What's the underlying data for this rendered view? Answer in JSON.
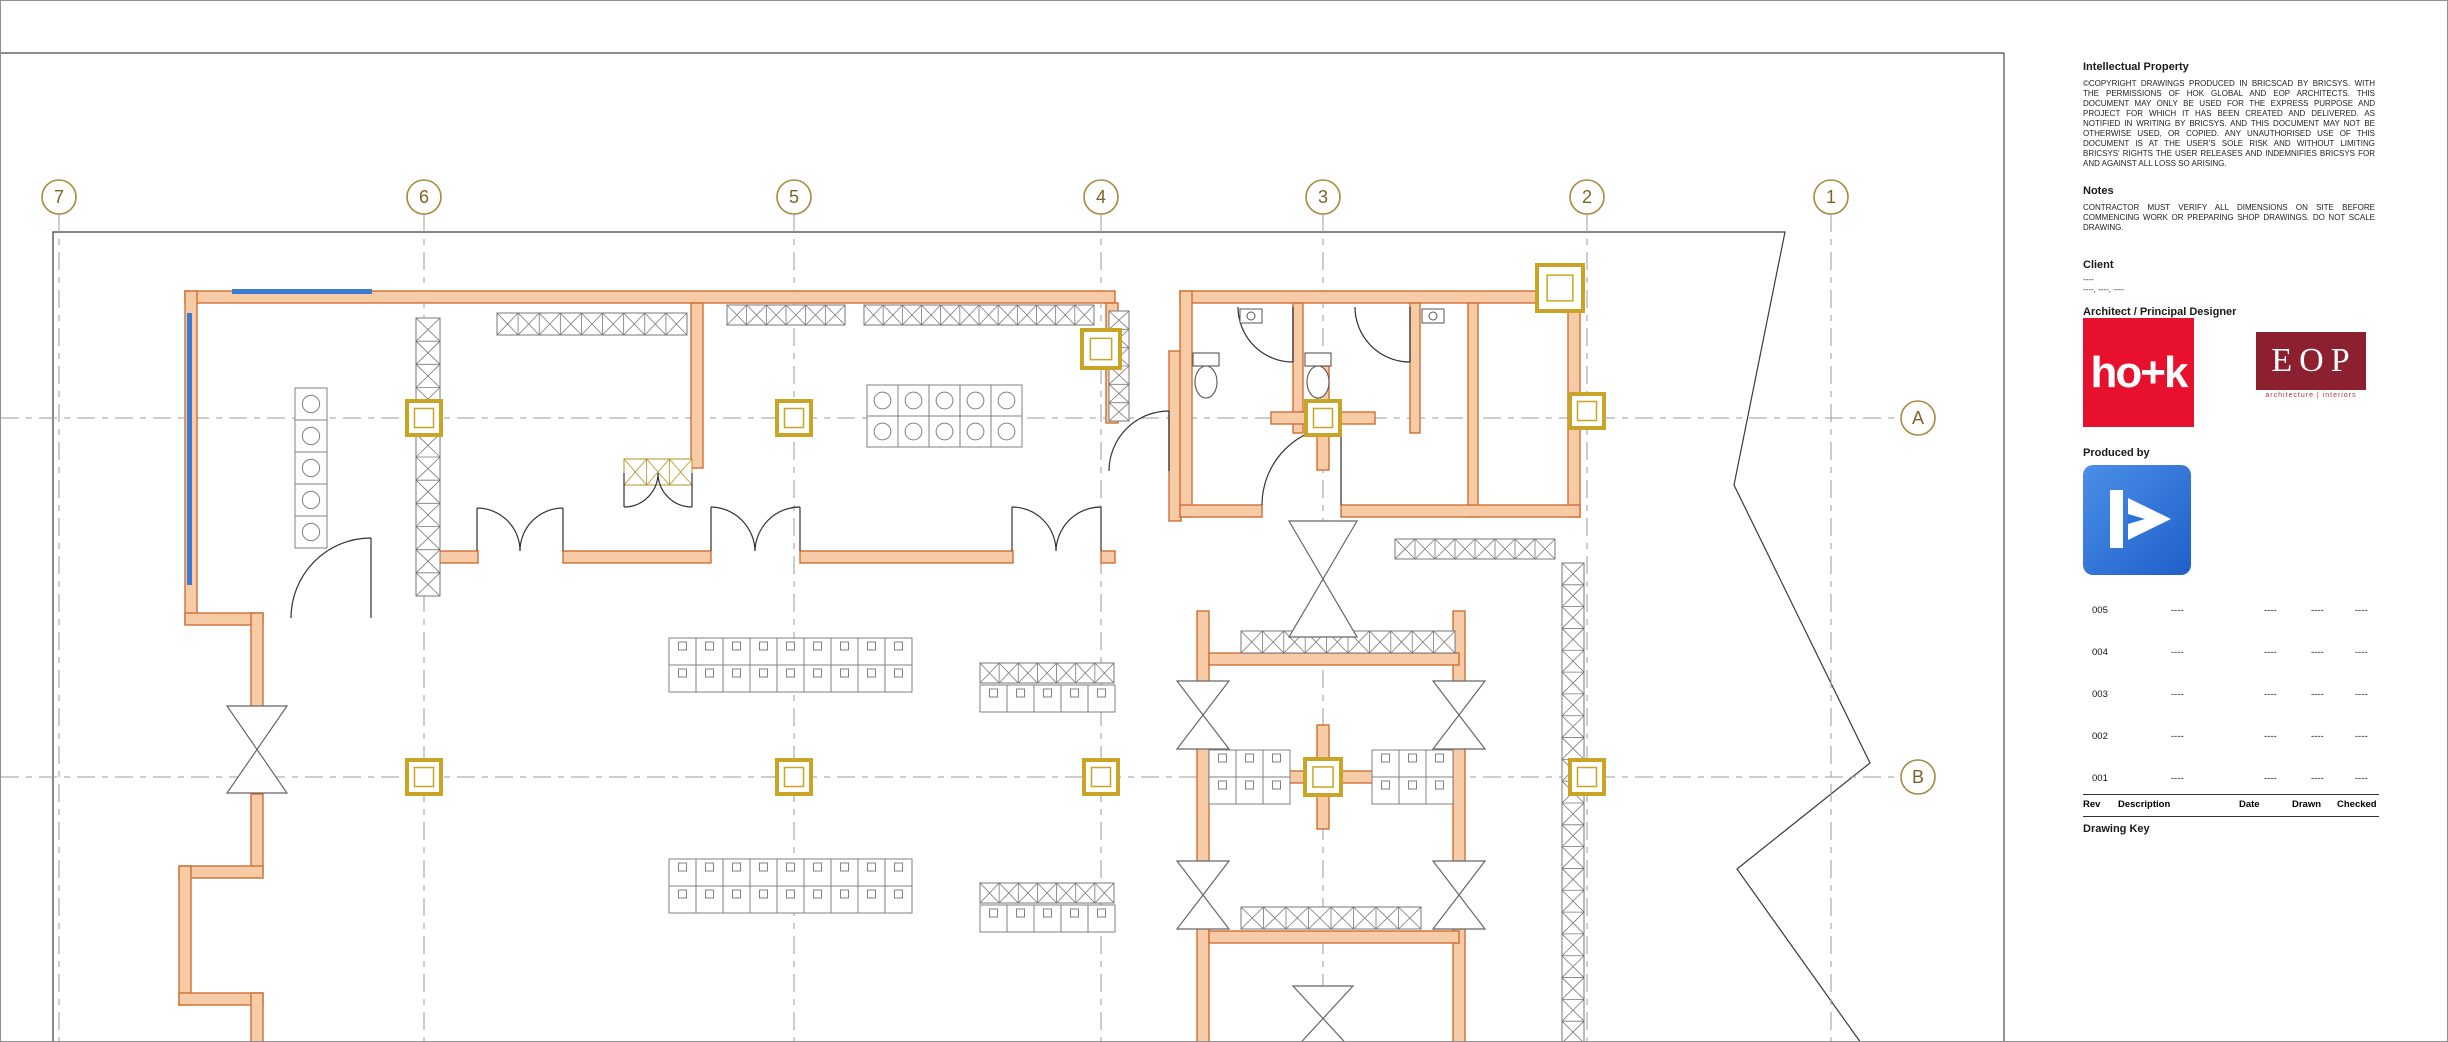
{
  "sheet": {
    "grid_columns": [
      "7",
      "6",
      "5",
      "4",
      "3",
      "2",
      "1"
    ],
    "grid_rows": [
      "A",
      "B"
    ]
  },
  "titleblock": {
    "ip_heading": "Intellectual Property",
    "ip_body": "©COPYRIGHT DRAWINGS PRODUCED IN BRICSCAD BY BRICSYS. WITH THE PERMISSIONS OF HOK GLOBAL AND EOP ARCHITECTS. THIS DOCUMENT MAY ONLY BE USED FOR THE EXPRESS PURPOSE AND PROJECT FOR WHICH IT HAS BEEN CREATED AND DELIVERED. AS NOTIFIED IN WRITING BY BRICSYS. AND THIS DOCUMENT MAY NOT BE OTHERWISE USED, OR COPIED. ANY UNAUTHORISED USE OF THIS DOCUMENT IS AT THE USER'S SOLE RISK AND WITHOUT LIMITING BRICSYS' RIGHTS THE USER RELEASES AND INDEMNIFIES BRICSYS FOR AND AGAINST ALL LOSS SO ARISING.",
    "notes_heading": "Notes",
    "notes_body": "CONTRACTOR MUST VERIFY ALL DIMENSIONS ON SITE BEFORE COMMENCING WORK OR PREPARING SHOP DRAWINGS. DO NOT SCALE DRAWING.",
    "client_heading": "Client",
    "client_line1": "----",
    "client_line2": "----, ----, ----",
    "architect_heading": "Architect / Principal Designer",
    "hok_logo_text": "ho+k",
    "eop_logo_text": "EOP",
    "eop_logo_sub": "architecture  |  interiors",
    "produced_by_heading": "Produced by",
    "rev_header": {
      "rev": "Rev",
      "description": "Description",
      "date": "Date",
      "drawn": "Drawn",
      "checked": "Checked"
    },
    "revisions": [
      {
        "rev": "005",
        "description": "----",
        "date": "----",
        "drawn": "----",
        "checked": "----"
      },
      {
        "rev": "004",
        "description": "----",
        "date": "----",
        "drawn": "----",
        "checked": "----"
      },
      {
        "rev": "003",
        "description": "----",
        "date": "----",
        "drawn": "----",
        "checked": "----"
      },
      {
        "rev": "002",
        "description": "----",
        "date": "----",
        "drawn": "----",
        "checked": "----"
      },
      {
        "rev": "001",
        "description": "----",
        "date": "----",
        "drawn": "----",
        "checked": "----"
      }
    ],
    "drawing_key_heading": "Drawing Key",
    "colors": {
      "hok_red": "#e8112d",
      "eop_maroon": "#8c202e",
      "bricscad_blue": "#2c72dd",
      "wall_orange": "#cf6f35",
      "column_yellow": "#c9a425",
      "selection_blue": "#3a7bd5"
    }
  }
}
